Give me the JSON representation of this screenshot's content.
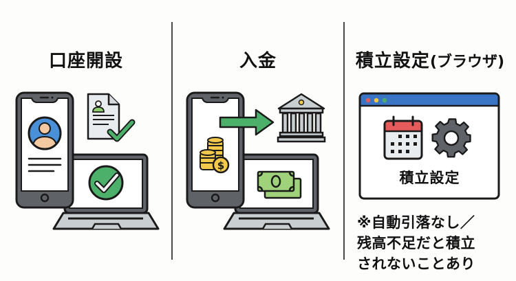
{
  "columns": [
    {
      "title": "口座開設",
      "icons": [
        "smartphone-icon",
        "profile-avatar-icon",
        "document-check-icon",
        "laptop-icon",
        "check-circle-icon"
      ]
    },
    {
      "title": "入金",
      "icons": [
        "smartphone-icon",
        "arrow-right-icon",
        "bank-icon",
        "coin-stack-icon",
        "laptop-icon",
        "banknotes-icon"
      ]
    },
    {
      "title": "積立設定",
      "title_suffix": "(ブラウザ)",
      "icons": [
        "browser-window-icon",
        "calendar-icon",
        "gear-icon"
      ],
      "browser_label": "積立設定",
      "note_lines": [
        "※自動引落なし／",
        "残高不足だと積立",
        "されないことあり"
      ]
    }
  ],
  "colors": {
    "outline": "#1a1a1a",
    "device_gray": "#5f6368",
    "laptop_base": "#c9ced1",
    "green": "#4caf6a",
    "avatar_blue": "#4a90d9",
    "skin": "#f2c9a0",
    "coin_gold": "#f3c94b",
    "money_green": "#9fd27a",
    "browser_blue": "#3a74c4",
    "calendar_red": "#e55b5b",
    "divider": "#4a4a4a"
  }
}
